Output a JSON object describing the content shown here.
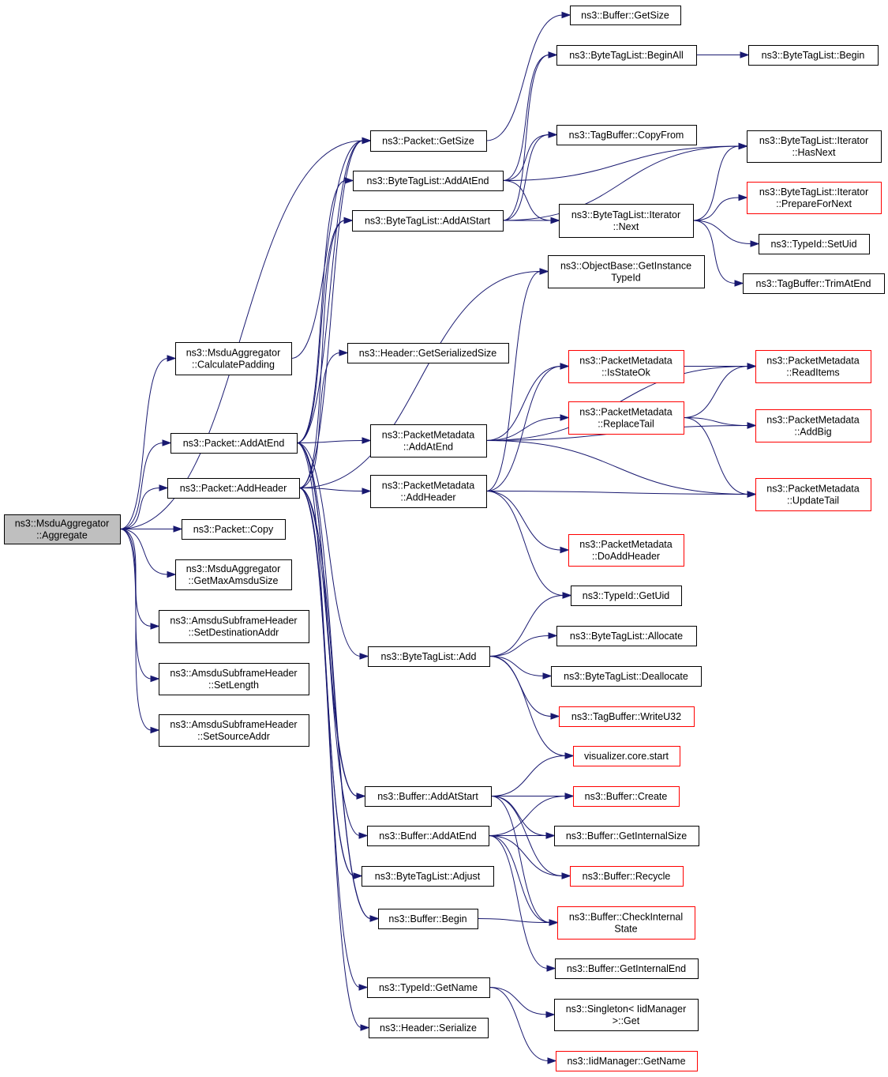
{
  "diagram": {
    "type": "call-graph",
    "colors": {
      "edge": "#191970",
      "root_fill": "#bfbfbf",
      "node_border": "#000000",
      "truncated_border": "#ff0000"
    },
    "nodes": [
      {
        "id": "aggregate",
        "lines": [
          "ns3::MsduAggregator",
          "::Aggregate"
        ],
        "root": true
      },
      {
        "id": "calcPadding",
        "lines": [
          "ns3::MsduAggregator",
          "::CalculatePadding"
        ]
      },
      {
        "id": "pktAddAtEnd",
        "lines": [
          "ns3::Packet::AddAtEnd"
        ]
      },
      {
        "id": "pktAddHeader",
        "lines": [
          "ns3::Packet::AddHeader"
        ]
      },
      {
        "id": "pktCopy",
        "lines": [
          "ns3::Packet::Copy"
        ]
      },
      {
        "id": "getMaxAmsdu",
        "lines": [
          "ns3::MsduAggregator",
          "::GetMaxAmsduSize"
        ]
      },
      {
        "id": "setDest",
        "lines": [
          "ns3::AmsduSubframeHeader",
          "::SetDestinationAddr"
        ]
      },
      {
        "id": "setLength",
        "lines": [
          "ns3::AmsduSubframeHeader",
          "::SetLength"
        ]
      },
      {
        "id": "setSource",
        "lines": [
          "ns3::AmsduSubframeHeader",
          "::SetSourceAddr"
        ]
      },
      {
        "id": "pktGetSize",
        "lines": [
          "ns3::Packet::GetSize"
        ]
      },
      {
        "id": "btlAddAtEnd",
        "lines": [
          "ns3::ByteTagList::AddAtEnd"
        ]
      },
      {
        "id": "btlAddAtStart",
        "lines": [
          "ns3::ByteTagList::AddAtStart"
        ]
      },
      {
        "id": "hdrGetSerSize",
        "lines": [
          "ns3::Header::GetSerializedSize"
        ]
      },
      {
        "id": "pmAddAtEnd",
        "lines": [
          "ns3::PacketMetadata",
          "::AddAtEnd"
        ]
      },
      {
        "id": "pmAddHeader",
        "lines": [
          "ns3::PacketMetadata",
          "::AddHeader"
        ]
      },
      {
        "id": "btlAdd",
        "lines": [
          "ns3::ByteTagList::Add"
        ]
      },
      {
        "id": "bufAddAtStart",
        "lines": [
          "ns3::Buffer::AddAtStart"
        ]
      },
      {
        "id": "bufAddAtEnd",
        "lines": [
          "ns3::Buffer::AddAtEnd"
        ]
      },
      {
        "id": "btlAdjust",
        "lines": [
          "ns3::ByteTagList::Adjust"
        ]
      },
      {
        "id": "bufBegin",
        "lines": [
          "ns3::Buffer::Begin"
        ]
      },
      {
        "id": "tidGetName",
        "lines": [
          "ns3::TypeId::GetName"
        ]
      },
      {
        "id": "hdrSerialize",
        "lines": [
          "ns3::Header::Serialize"
        ]
      },
      {
        "id": "bufGetSize",
        "lines": [
          "ns3::Buffer::GetSize"
        ]
      },
      {
        "id": "btlBeginAll",
        "lines": [
          "ns3::ByteTagList::BeginAll"
        ]
      },
      {
        "id": "tbCopyFrom",
        "lines": [
          "ns3::TagBuffer::CopyFrom"
        ]
      },
      {
        "id": "btliNext",
        "lines": [
          "ns3::ByteTagList::Iterator",
          "::Next"
        ]
      },
      {
        "id": "obGetInst",
        "lines": [
          "ns3::ObjectBase::GetInstance",
          "TypeId"
        ]
      },
      {
        "id": "pmIsStateOk",
        "lines": [
          "ns3::PacketMetadata",
          "::IsStateOk"
        ],
        "truncated": true
      },
      {
        "id": "pmReplaceTail",
        "lines": [
          "ns3::PacketMetadata",
          "::ReplaceTail"
        ],
        "truncated": true
      },
      {
        "id": "pmDoAddHeader",
        "lines": [
          "ns3::PacketMetadata",
          "::DoAddHeader"
        ],
        "truncated": true
      },
      {
        "id": "tidGetUid",
        "lines": [
          "ns3::TypeId::GetUid"
        ]
      },
      {
        "id": "btlAllocate",
        "lines": [
          "ns3::ByteTagList::Allocate"
        ]
      },
      {
        "id": "btlDeallocate",
        "lines": [
          "ns3::ByteTagList::Deallocate"
        ]
      },
      {
        "id": "tbWriteU32",
        "lines": [
          "ns3::TagBuffer::WriteU32"
        ],
        "truncated": true
      },
      {
        "id": "vizStart",
        "lines": [
          "visualizer.core.start"
        ],
        "truncated": true
      },
      {
        "id": "bufCreate",
        "lines": [
          "ns3::Buffer::Create"
        ],
        "truncated": true
      },
      {
        "id": "bufGetIntSize",
        "lines": [
          "ns3::Buffer::GetInternalSize"
        ]
      },
      {
        "id": "bufRecycle",
        "lines": [
          "ns3::Buffer::Recycle"
        ],
        "truncated": true
      },
      {
        "id": "bufCheckInt",
        "lines": [
          "ns3::Buffer::CheckInternal",
          "State"
        ],
        "truncated": true
      },
      {
        "id": "bufGetIntEnd",
        "lines": [
          "ns3::Buffer::GetInternalEnd"
        ]
      },
      {
        "id": "singletonGet",
        "lines": [
          "ns3::Singleton< IidManager",
          ">::Get"
        ]
      },
      {
        "id": "iidGetName",
        "lines": [
          "ns3::IidManager::GetName"
        ],
        "truncated": true
      },
      {
        "id": "btlBegin",
        "lines": [
          "ns3::ByteTagList::Begin"
        ]
      },
      {
        "id": "btliHasNext",
        "lines": [
          "ns3::ByteTagList::Iterator",
          "::HasNext"
        ]
      },
      {
        "id": "btliPrepNext",
        "lines": [
          "ns3::ByteTagList::Iterator",
          "::PrepareForNext"
        ],
        "truncated": true
      },
      {
        "id": "tidSetUid",
        "lines": [
          "ns3::TypeId::SetUid"
        ]
      },
      {
        "id": "tbTrimAtEnd",
        "lines": [
          "ns3::TagBuffer::TrimAtEnd"
        ]
      },
      {
        "id": "pmReadItems",
        "lines": [
          "ns3::PacketMetadata",
          "::ReadItems"
        ],
        "truncated": true
      },
      {
        "id": "pmAddBig",
        "lines": [
          "ns3::PacketMetadata",
          "::AddBig"
        ],
        "truncated": true
      },
      {
        "id": "pmUpdateTail",
        "lines": [
          "ns3::PacketMetadata",
          "::UpdateTail"
        ],
        "truncated": true
      }
    ],
    "edges": [
      [
        "aggregate",
        "pktGetSize"
      ],
      [
        "aggregate",
        "calcPadding"
      ],
      [
        "aggregate",
        "pktAddAtEnd"
      ],
      [
        "aggregate",
        "pktAddHeader"
      ],
      [
        "aggregate",
        "pktCopy"
      ],
      [
        "aggregate",
        "getMaxAmsdu"
      ],
      [
        "aggregate",
        "setDest"
      ],
      [
        "aggregate",
        "setLength"
      ],
      [
        "aggregate",
        "setSource"
      ],
      [
        "calcPadding",
        "pktGetSize"
      ],
      [
        "pktAddAtEnd",
        "pktGetSize"
      ],
      [
        "pktAddAtEnd",
        "btlAddAtEnd"
      ],
      [
        "pktAddAtEnd",
        "btlAddAtStart"
      ],
      [
        "pktAddAtEnd",
        "pmAddAtEnd"
      ],
      [
        "pktAddAtEnd",
        "btlAdd"
      ],
      [
        "pktAddAtEnd",
        "bufAddAtStart"
      ],
      [
        "pktAddAtEnd",
        "bufAddAtEnd"
      ],
      [
        "pktAddAtEnd",
        "btlAdjust"
      ],
      [
        "pktAddAtEnd",
        "bufBegin"
      ],
      [
        "pktAddHeader",
        "pktGetSize"
      ],
      [
        "pktAddHeader",
        "btlAddAtStart"
      ],
      [
        "pktAddHeader",
        "hdrGetSerSize"
      ],
      [
        "pktAddHeader",
        "pmAddHeader"
      ],
      [
        "pktAddHeader",
        "obGetInst"
      ],
      [
        "pktAddHeader",
        "bufAddAtStart"
      ],
      [
        "pktAddHeader",
        "btlAdjust"
      ],
      [
        "pktAddHeader",
        "bufBegin"
      ],
      [
        "pktAddHeader",
        "tidGetName"
      ],
      [
        "pktAddHeader",
        "hdrSerialize"
      ],
      [
        "pktGetSize",
        "bufGetSize"
      ],
      [
        "btlAddAtEnd",
        "btlBeginAll"
      ],
      [
        "btlAddAtEnd",
        "tbCopyFrom"
      ],
      [
        "btlAddAtEnd",
        "btliNext"
      ],
      [
        "btlAddAtEnd",
        "btliHasNext"
      ],
      [
        "btlAddAtStart",
        "btlBeginAll"
      ],
      [
        "btlAddAtStart",
        "tbCopyFrom"
      ],
      [
        "btlAddAtStart",
        "btliNext"
      ],
      [
        "btlAddAtStart",
        "btliHasNext"
      ],
      [
        "btlBeginAll",
        "btlBegin"
      ],
      [
        "btliNext",
        "btliHasNext"
      ],
      [
        "btliNext",
        "btliPrepNext"
      ],
      [
        "btliNext",
        "tidSetUid"
      ],
      [
        "btliNext",
        "tbTrimAtEnd"
      ],
      [
        "pmAddAtEnd",
        "pmIsStateOk"
      ],
      [
        "pmAddAtEnd",
        "pmReplaceTail"
      ],
      [
        "pmAddAtEnd",
        "pmReadItems"
      ],
      [
        "pmAddAtEnd",
        "pmAddBig"
      ],
      [
        "pmAddAtEnd",
        "pmUpdateTail"
      ],
      [
        "pmAddHeader",
        "obGetInst"
      ],
      [
        "pmAddHeader",
        "pmIsStateOk"
      ],
      [
        "pmAddHeader",
        "pmUpdateTail"
      ],
      [
        "pmAddHeader",
        "pmDoAddHeader"
      ],
      [
        "pmAddHeader",
        "tidGetUid"
      ],
      [
        "pmIsStateOk",
        "pmReadItems"
      ],
      [
        "pmReplaceTail",
        "pmReadItems"
      ],
      [
        "pmReplaceTail",
        "pmAddBig"
      ],
      [
        "pmReplaceTail",
        "pmUpdateTail"
      ],
      [
        "btlAdd",
        "tidGetUid"
      ],
      [
        "btlAdd",
        "btlAllocate"
      ],
      [
        "btlAdd",
        "btlDeallocate"
      ],
      [
        "btlAdd",
        "tbWriteU32"
      ],
      [
        "btlAdd",
        "vizStart"
      ],
      [
        "bufAddAtStart",
        "vizStart"
      ],
      [
        "bufAddAtStart",
        "bufCreate"
      ],
      [
        "bufAddAtStart",
        "bufGetIntSize"
      ],
      [
        "bufAddAtStart",
        "bufRecycle"
      ],
      [
        "bufAddAtStart",
        "bufCheckInt"
      ],
      [
        "bufAddAtEnd",
        "bufCreate"
      ],
      [
        "bufAddAtEnd",
        "bufGetIntSize"
      ],
      [
        "bufAddAtEnd",
        "bufRecycle"
      ],
      [
        "bufAddAtEnd",
        "bufCheckInt"
      ],
      [
        "bufAddAtEnd",
        "bufGetIntEnd"
      ],
      [
        "bufBegin",
        "bufCheckInt"
      ],
      [
        "tidGetName",
        "singletonGet"
      ],
      [
        "tidGetName",
        "iidGetName"
      ]
    ]
  }
}
